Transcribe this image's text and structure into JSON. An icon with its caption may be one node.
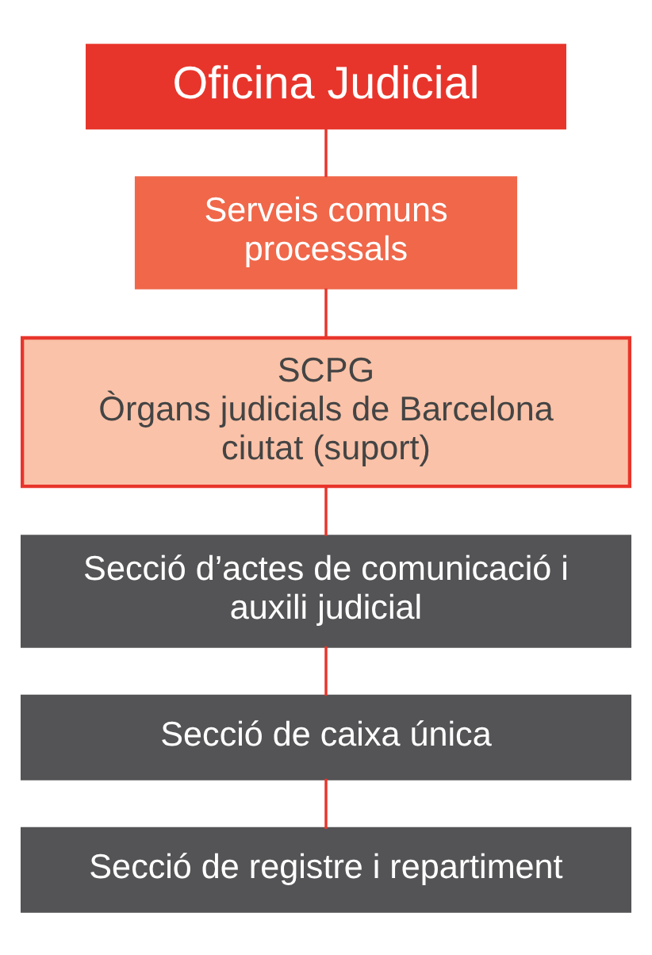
{
  "diagram": {
    "nodes": [
      {
        "text": [
          "Oficina Judicial"
        ]
      },
      {
        "text": [
          "Serveis comuns processals"
        ]
      },
      {
        "text": [
          "SCPG",
          "Òrgans judicials de Barcelona ciutat (suport)"
        ]
      },
      {
        "text": [
          "Secció d’actes de comunicació i auxili judicial"
        ]
      },
      {
        "text": [
          "Secció de caixa única"
        ]
      },
      {
        "text": [
          "Secció de registre i repartiment"
        ]
      }
    ],
    "edges": [
      {
        "from": 0,
        "to": 1,
        "arrow": "none"
      },
      {
        "from": 1,
        "to": 2,
        "arrow": "none"
      },
      {
        "from": 2,
        "to": 3,
        "arrow": "none"
      },
      {
        "from": 3,
        "to": 4,
        "arrow": "none"
      },
      {
        "from": 4,
        "to": 5,
        "arrow": "none"
      }
    ]
  }
}
